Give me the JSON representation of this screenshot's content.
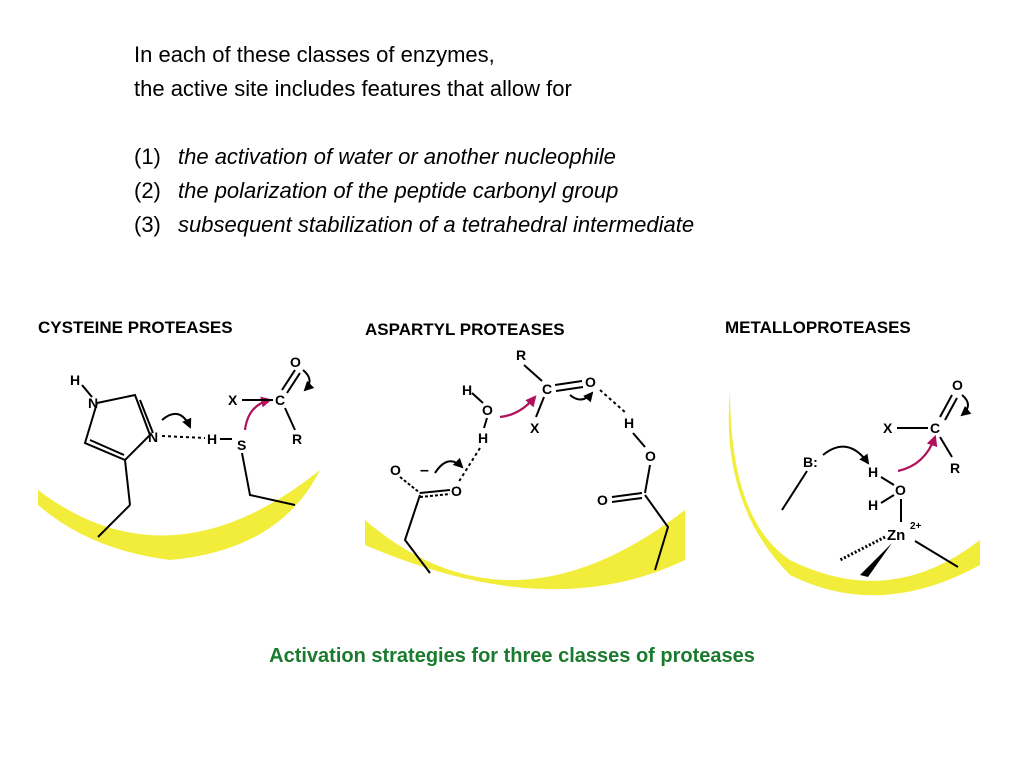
{
  "intro": {
    "line1": "In each of these classes of enzymes,",
    "line2": "the active site includes features that allow for",
    "items": [
      {
        "num": "(1)",
        "text": "the activation of water or another nucleophile"
      },
      {
        "num": "(2)",
        "text": "the polarization of the peptide carbonyl group"
      },
      {
        "num": "(3)",
        "text": "subsequent stabilization of a tetrahedral intermediate"
      }
    ]
  },
  "panels": {
    "cysteine": {
      "title": "CYSTEINE PROTEASES",
      "labels": {
        "h_top": "H",
        "n_top": "N",
        "n_right": "N",
        "h_mid": "H",
        "s": "S",
        "x": "X",
        "c": "C",
        "o": "O",
        "r": "R"
      }
    },
    "aspartyl": {
      "title": "ASPARTYL PROTEASES",
      "labels": {
        "r": "R",
        "c": "C",
        "o": "O",
        "x": "X",
        "h_w1": "H",
        "o_w": "O",
        "h_w2": "H",
        "o_left1": "O",
        "o_left2": "O",
        "minus": "–",
        "h_right": "H",
        "o_right1": "O",
        "o_right2": "O"
      }
    },
    "metallo": {
      "title": "METALLOPROTEASES",
      "labels": {
        "o": "O",
        "x": "X",
        "c": "C",
        "r": "R",
        "b": "B:",
        "h1": "H",
        "o_w": "O",
        "h2": "H",
        "zn": "Zn",
        "charge": "2+"
      }
    }
  },
  "colors": {
    "curve": "#f2ec3a",
    "arrow_red": "#b0115a",
    "caption": "#1a7a2e"
  },
  "caption": "Activation strategies for three classes of proteases"
}
